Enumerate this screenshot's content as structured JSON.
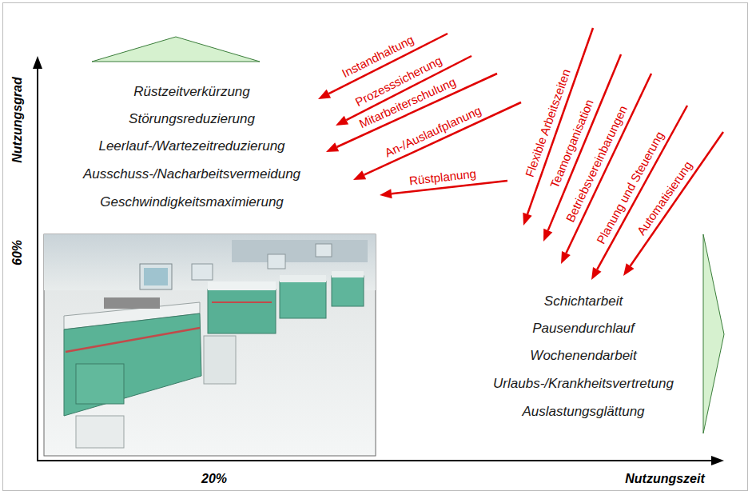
{
  "diagram": {
    "labels": [
      "Rüstzeitverkürzung",
      "Störungsreduzierung",
      "Leerlauf-/Wartezeitreduzierung",
      "Ausschuss-/Nacharbeitsvermeidung",
      "Geschwindigkeitsmaximierung",
      "Instandhaltung",
      "Prozesssicherung",
      "Mitarbeiterschulung",
      "An-/Auslaufplanung",
      "Rüstplanung",
      "Flexible Arbeitszeiten",
      "Teamorganisation",
      "Betriebsvereinbarungen",
      "Planung und Steuerung",
      "Automatisierung",
      "Schichtarbeit",
      "Pausendurchlauf",
      "Wochenendarbeit",
      "Urlaubs-/Krankheitsvertretung",
      "Auslastungsglättung",
      "Nutzungsgrad",
      "60%",
      "20%",
      "Nutzungszeit"
    ]
  }
}
